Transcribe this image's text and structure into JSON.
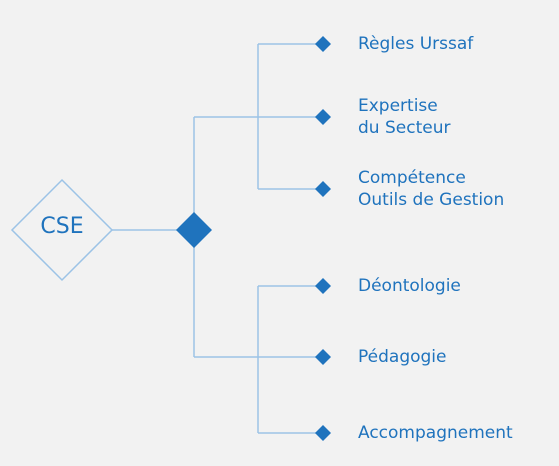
{
  "root": {
    "label": "CSE"
  },
  "branches": [
    {
      "label_lines": [
        "Règles Urssaf"
      ]
    },
    {
      "label_lines": [
        "Expertise",
        "du Secteur"
      ]
    },
    {
      "label_lines": [
        "Compétence",
        "Outils de Gestion"
      ]
    },
    {
      "label_lines": [
        "Déontologie"
      ]
    },
    {
      "label_lines": [
        "Pédagogie"
      ]
    },
    {
      "label_lines": [
        "Accompagnement"
      ]
    }
  ],
  "colors": {
    "accent": "#1f73bd",
    "outline": "#9cc3e6",
    "line": "#9cc3e6",
    "background": "#f2f2f2"
  }
}
